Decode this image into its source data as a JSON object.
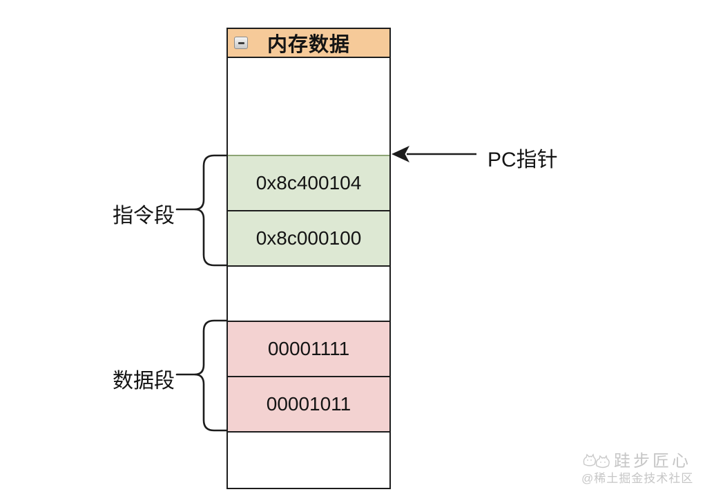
{
  "memory": {
    "title": "内存数据",
    "instruction_cells": [
      "0x8c400104",
      "0x8c000100"
    ],
    "data_cells": [
      "00001111",
      "00001011"
    ]
  },
  "labels": {
    "instruction_segment": "指令段",
    "data_segment": "数据段",
    "pc_pointer": "PC指针"
  },
  "icons": {
    "collapse": "minus-icon",
    "watermark_doodle": "cat-doodle-icon"
  },
  "colors": {
    "header_bg": "#f6ca99",
    "instruction_cell_bg": "#dde8d3",
    "instruction_cell_top_border": "#8ca474",
    "data_cell_bg": "#f3d2d1",
    "line": "#1c1c1c",
    "watermark": "#c6c6c6"
  },
  "watermark": {
    "line1": "跬步匠心",
    "line2": "@稀土掘金技术社区"
  }
}
